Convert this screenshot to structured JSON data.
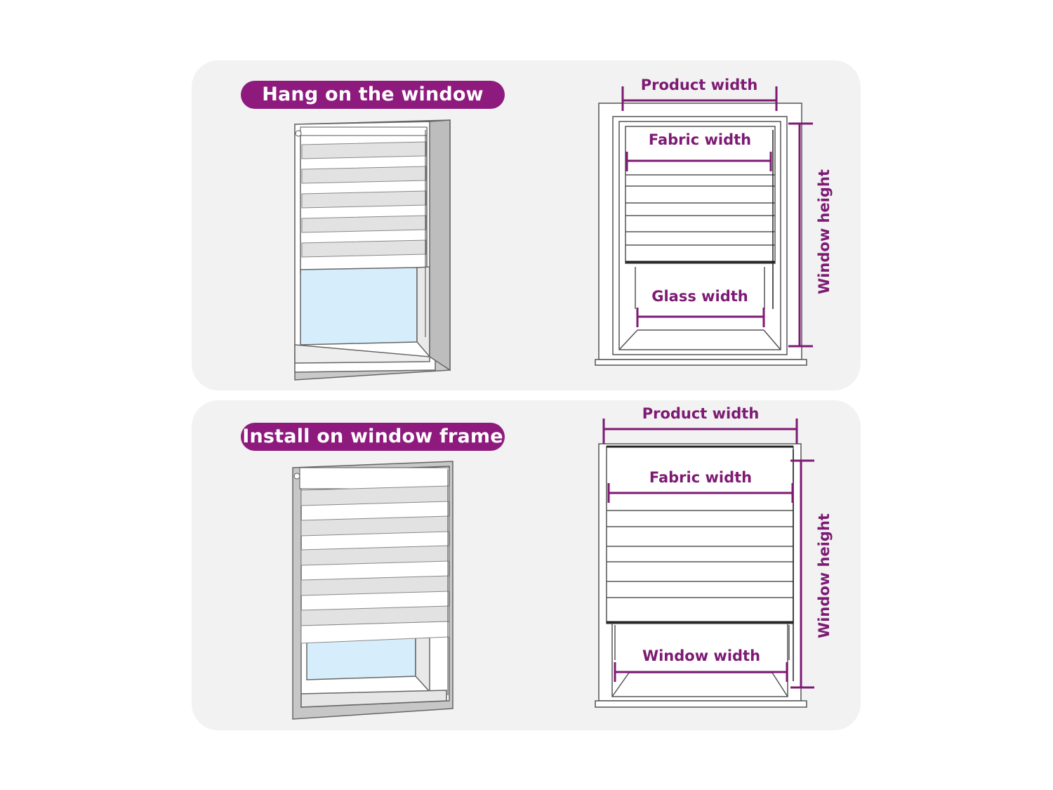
{
  "colors": {
    "accent": "#8e1a7e",
    "panel": "#f2f2f2",
    "glass": "#d6eefc",
    "outline": "#666666"
  },
  "top_section": {
    "title": "Hang on the window",
    "labels": {
      "product_width": "Product  width",
      "fabric_width": "Fabric  width",
      "glass_width": "Glass  width",
      "window_height": "Window height"
    }
  },
  "bottom_section": {
    "title": "Install on window frame",
    "labels": {
      "product_width": "Product  width",
      "fabric_width": "Fabric width",
      "window_width": "Window width",
      "window_height": "Window height"
    }
  }
}
